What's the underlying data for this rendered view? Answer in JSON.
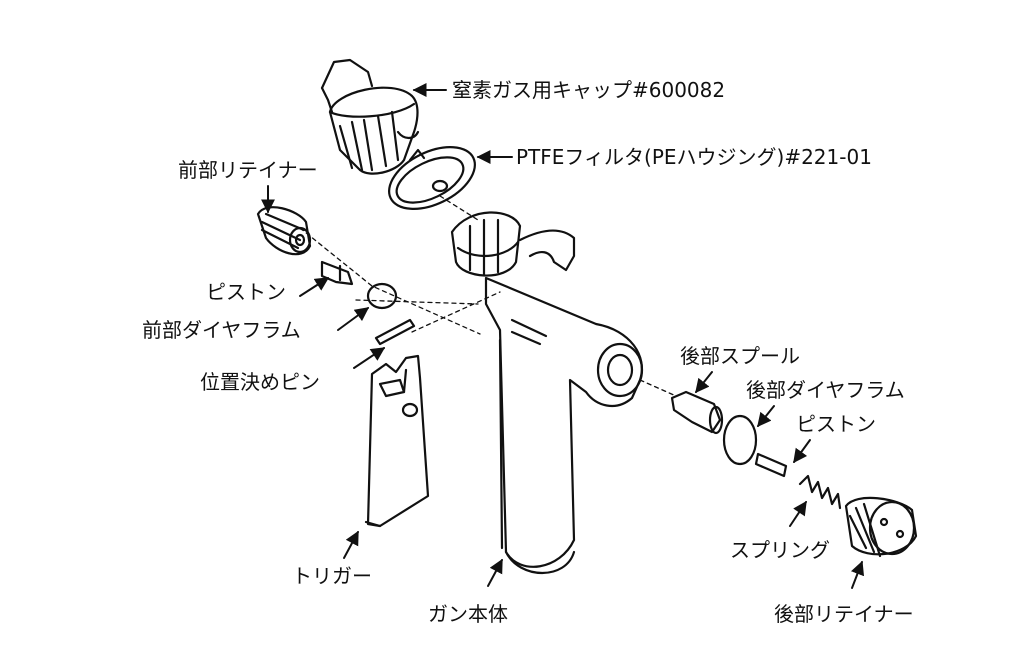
{
  "labels": {
    "n2_cap": "窒素ガス用キャップ#600082",
    "ptfe_filter": "PTFEフィルタ(PEハウジング)#221-01",
    "front_retainer": "前部リテイナー",
    "piston_front": "ピストン",
    "front_diaphragm": "前部ダイヤフラム",
    "locating_pin": "位置決めピン",
    "rear_spool": "後部スプール",
    "rear_diaphragm": "後部ダイヤフラム",
    "piston_rear": "ピストン",
    "spring": "スプリング",
    "trigger": "トリガー",
    "gun_body": "ガン本体",
    "rear_retainer": "後部リテイナー"
  },
  "colors": {
    "line": "#111111",
    "paper": "#ffffff"
  }
}
